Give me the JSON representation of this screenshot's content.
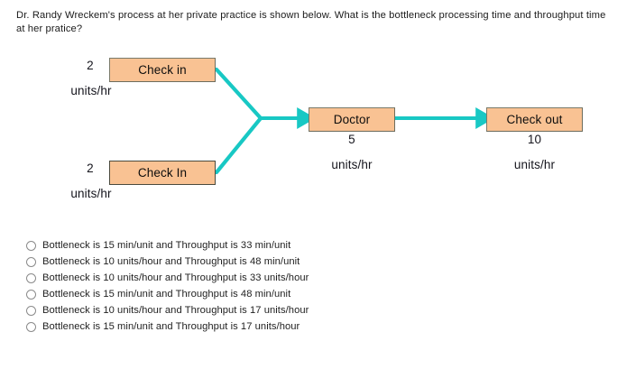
{
  "question": {
    "text": "Dr. Randy Wreckem's process at her private practice is shown below. What is the bottleneck processing time and throughput time at her pratice?"
  },
  "diagram": {
    "type": "process-flow",
    "flow_color": "#18C8C4",
    "box_fill": "#F9C293",
    "box_border": "#7a7a6a",
    "steps": [
      {
        "id": "check-in-top",
        "label": "Check in",
        "rate": "2",
        "unit": "units/hr"
      },
      {
        "id": "check-in-bottom",
        "label": "Check In",
        "rate": "2",
        "unit": "units/hr"
      },
      {
        "id": "doctor",
        "label": "Doctor",
        "rate": "5",
        "unit": "units/hr"
      },
      {
        "id": "check-out",
        "label": "Check out",
        "rate": "10",
        "unit": "units/hr"
      }
    ],
    "connections": [
      {
        "from": "check-in-top",
        "to": "doctor"
      },
      {
        "from": "check-in-bottom",
        "to": "doctor"
      },
      {
        "from": "doctor",
        "to": "check-out"
      }
    ]
  },
  "options": [
    {
      "id": "opt-1",
      "label": "Bottleneck is 15 min/unit and Throughput is 33 min/unit",
      "selected": false
    },
    {
      "id": "opt-2",
      "label": "Bottleneck is 10 units/hour and Throughput is 48 min/unit",
      "selected": false
    },
    {
      "id": "opt-3",
      "label": "Bottleneck is 10 units/hour and Throughput is 33 units/hour",
      "selected": false
    },
    {
      "id": "opt-4",
      "label": "Bottleneck is 15 min/unit and Throughput is 48 min/unit",
      "selected": false
    },
    {
      "id": "opt-5",
      "label": "Bottleneck is 10 units/hour and Throughput is 17 units/hour",
      "selected": false
    },
    {
      "id": "opt-6",
      "label": "Bottleneck is 15 min/unit and Throughput is 17 units/hour",
      "selected": false
    }
  ]
}
